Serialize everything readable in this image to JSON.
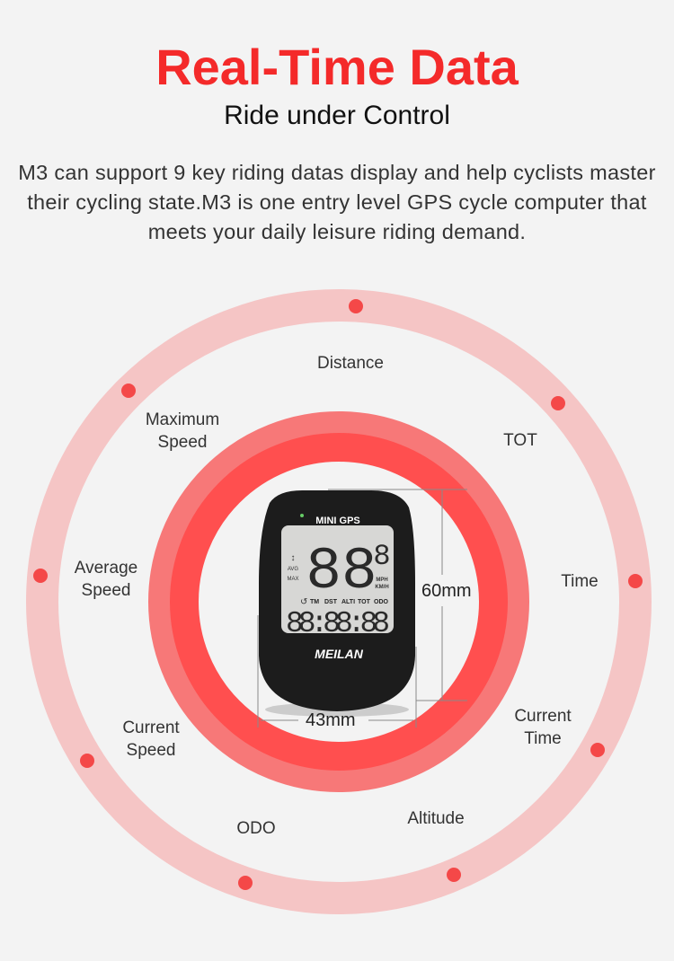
{
  "header": {
    "title": "Real-Time Data",
    "subtitle": "Ride under Control",
    "description": "M3 can support 9 key riding datas display and help cyclists master their cycling state.M3 is one entry level GPS cycle computer that meets your daily leisure riding demand."
  },
  "features": {
    "distance": "Distance",
    "tot": "TOT",
    "time": "Time",
    "current_time": "Current Time",
    "altitude": "Altitude",
    "odo": "ODO",
    "current_speed": "Current Speed",
    "average_speed": "Average Speed",
    "maximum_speed": "Maximum Speed"
  },
  "device": {
    "label": "MINI GPS",
    "brand": "MEILAN",
    "unit_mph": "MPH",
    "unit_kmh": "KM/H",
    "avg": "AVG",
    "max": "MAX",
    "modes": [
      "TM",
      "DST",
      "ALTI",
      "TOT",
      "ODO"
    ],
    "main_digits": "88",
    "small_digit": "8",
    "time_digits": "88:88:88",
    "height": "60mm",
    "width": "43mm"
  },
  "colors": {
    "accent": "#f42a2a",
    "outer_ring": "#f5c5c5",
    "inner_ring": "#ff4f4f",
    "dot": "#f44848"
  }
}
